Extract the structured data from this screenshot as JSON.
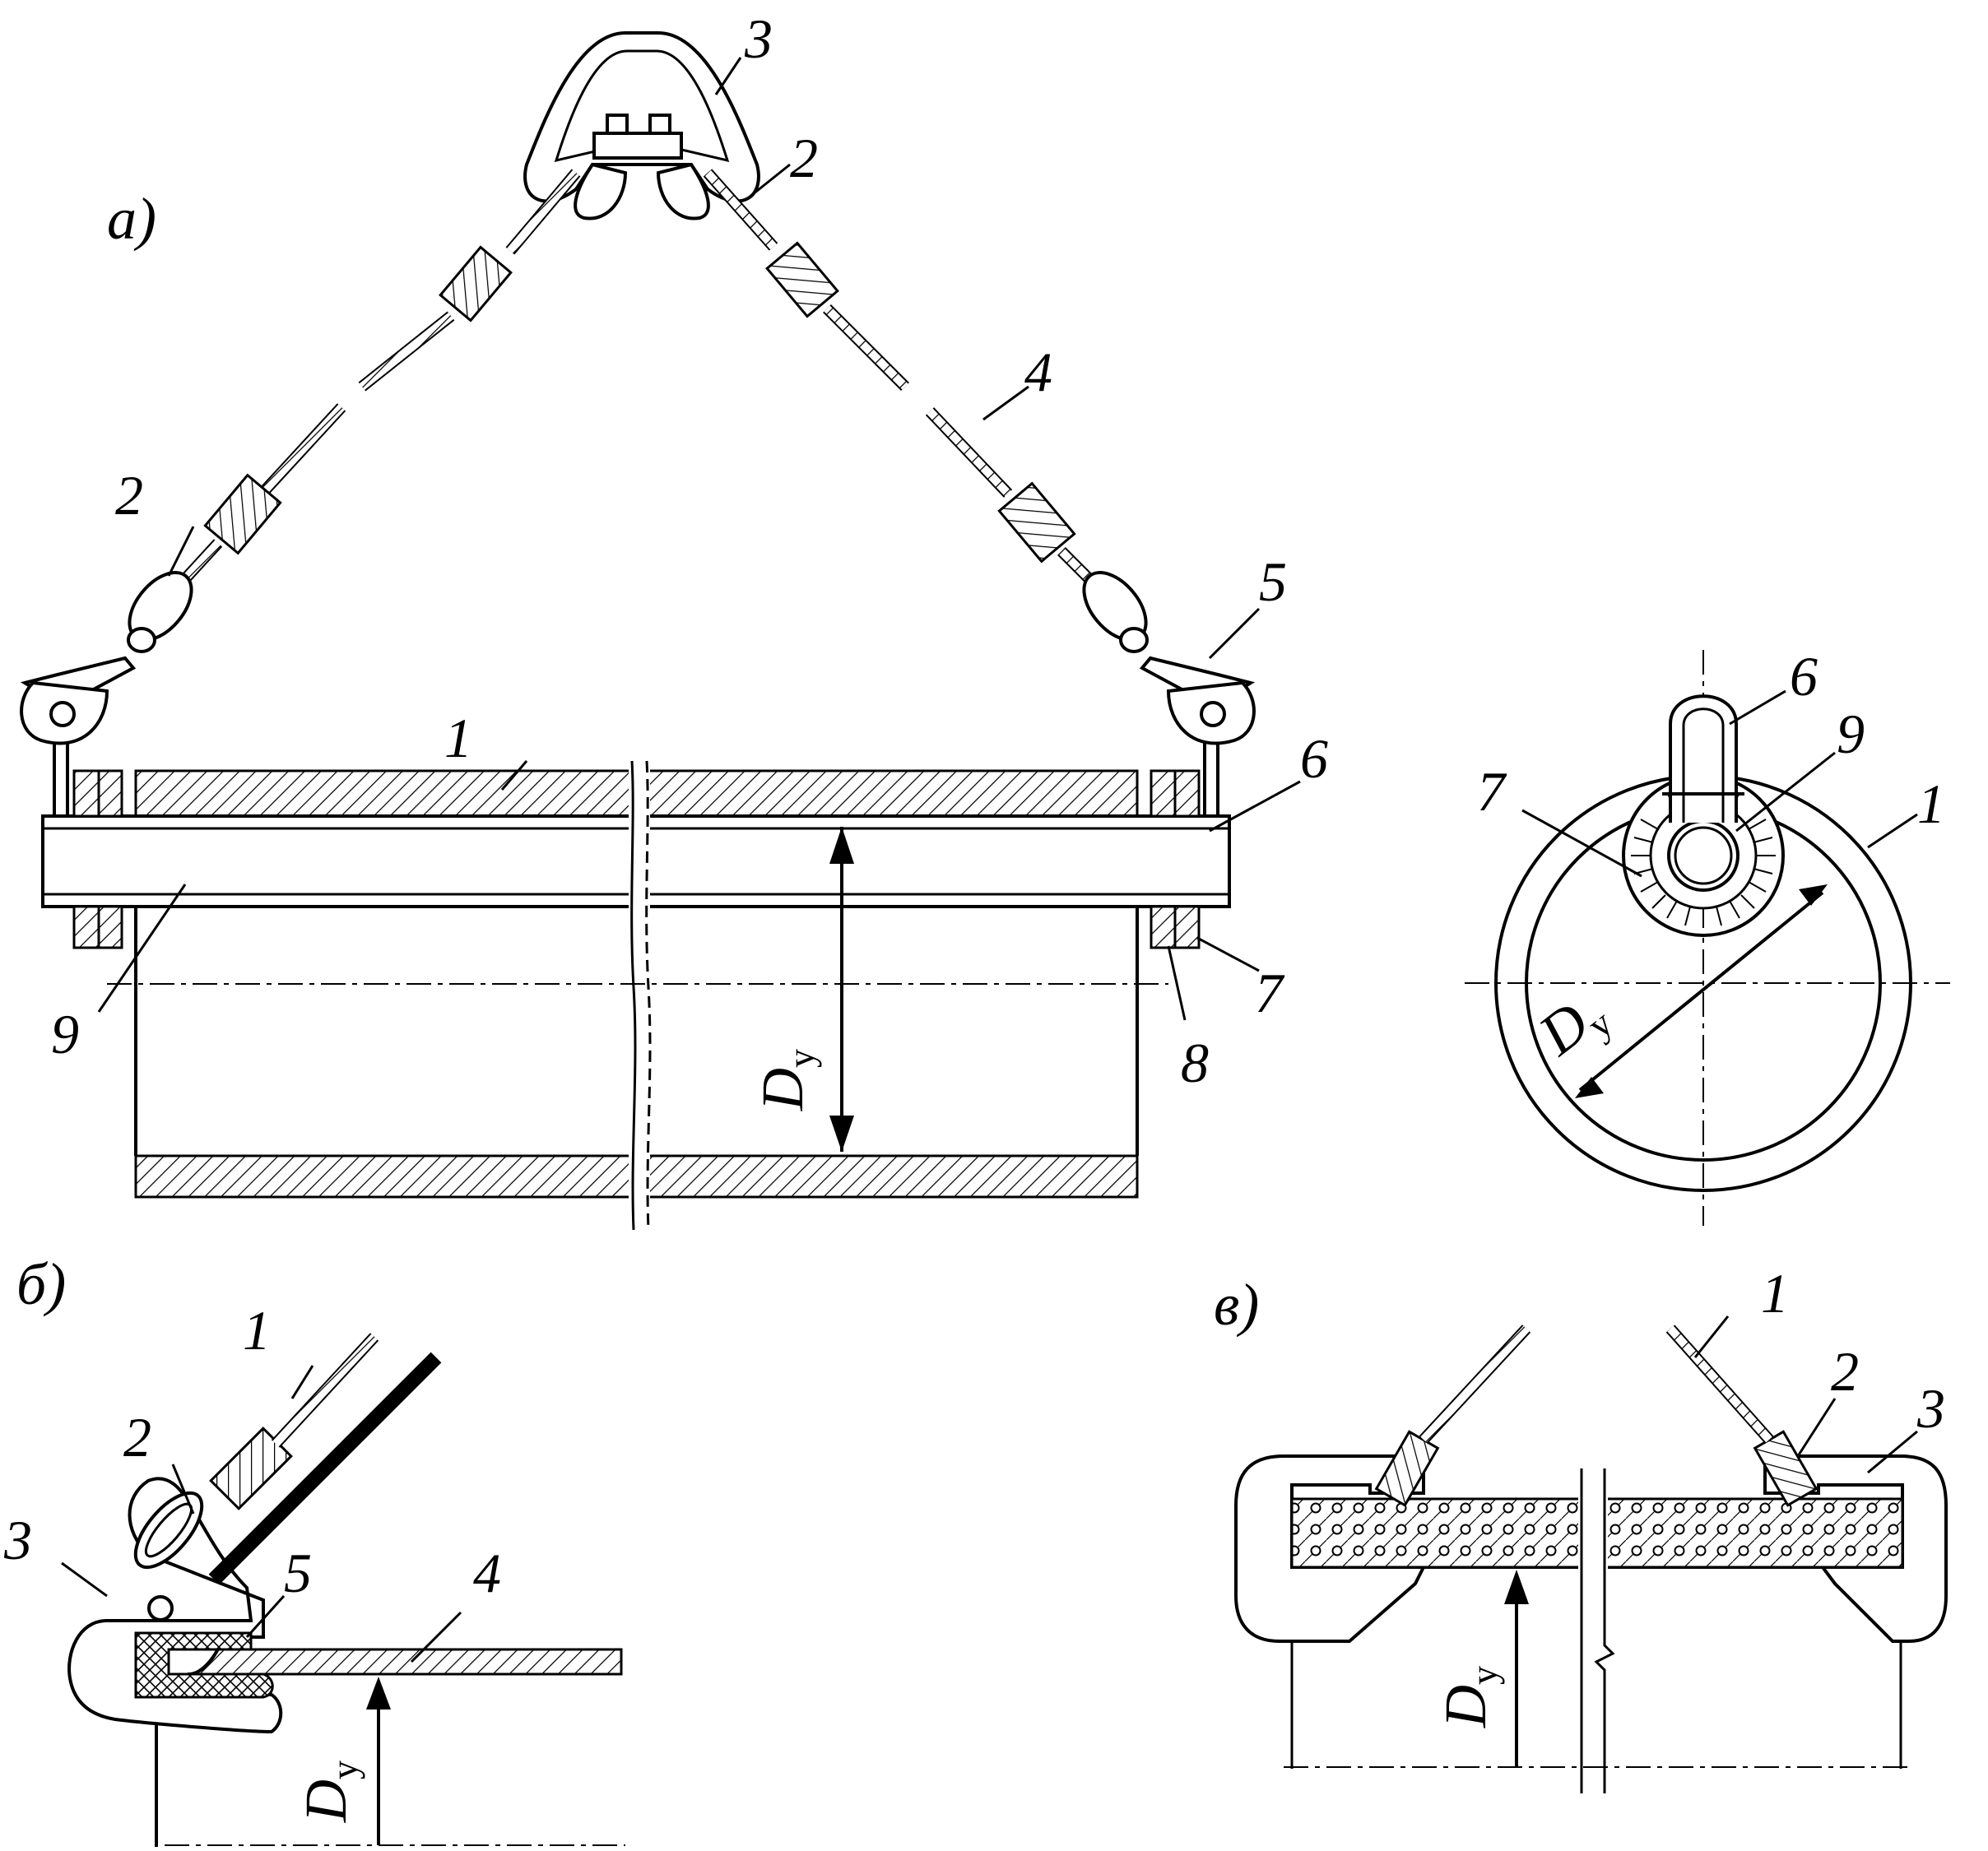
{
  "sections": {
    "a": "а)",
    "b": "б)",
    "v": "в)"
  },
  "dimension": {
    "symbol": "D",
    "subscript": "у"
  },
  "labels_a": {
    "l1": "1",
    "l2_left": "2",
    "l2_right": "2",
    "l3": "3",
    "l4": "4",
    "l5": "5",
    "l6": "6",
    "l7": "7",
    "l8": "8",
    "l9": "9"
  },
  "labels_side": {
    "l1": "1",
    "l6": "6",
    "l7": "7",
    "l9": "9"
  },
  "labels_b": {
    "l1": "1",
    "l2": "2",
    "l3": "3",
    "l4": "4",
    "l5": "5"
  },
  "labels_v": {
    "l1": "1",
    "l2": "2",
    "l3": "3"
  }
}
